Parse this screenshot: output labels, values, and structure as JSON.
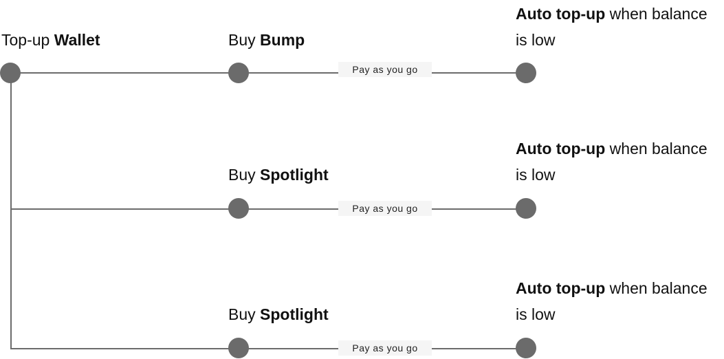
{
  "root": {
    "label_prefix": "Top-up",
    "label_bold": "Wallet"
  },
  "branches": [
    {
      "buy_prefix": "Buy",
      "buy_bold": "Bump",
      "edge_label": "Pay as you go",
      "auto_bold": "Auto top-up",
      "auto_rest": " when balance is low"
    },
    {
      "buy_prefix": "Buy",
      "buy_bold": "Spotlight",
      "edge_label": "Pay as you go",
      "auto_bold": "Auto top-up",
      "auto_rest": " when balance is low"
    },
    {
      "buy_prefix": "Buy",
      "buy_bold": "Spotlight",
      "edge_label": "Pay as you go",
      "auto_bold": "Auto top-up",
      "auto_rest": " when balance is low"
    }
  ],
  "colors": {
    "node": "#6b6b6b",
    "line": "#6b6b6b",
    "pill_bg": "#f5f5f5"
  }
}
